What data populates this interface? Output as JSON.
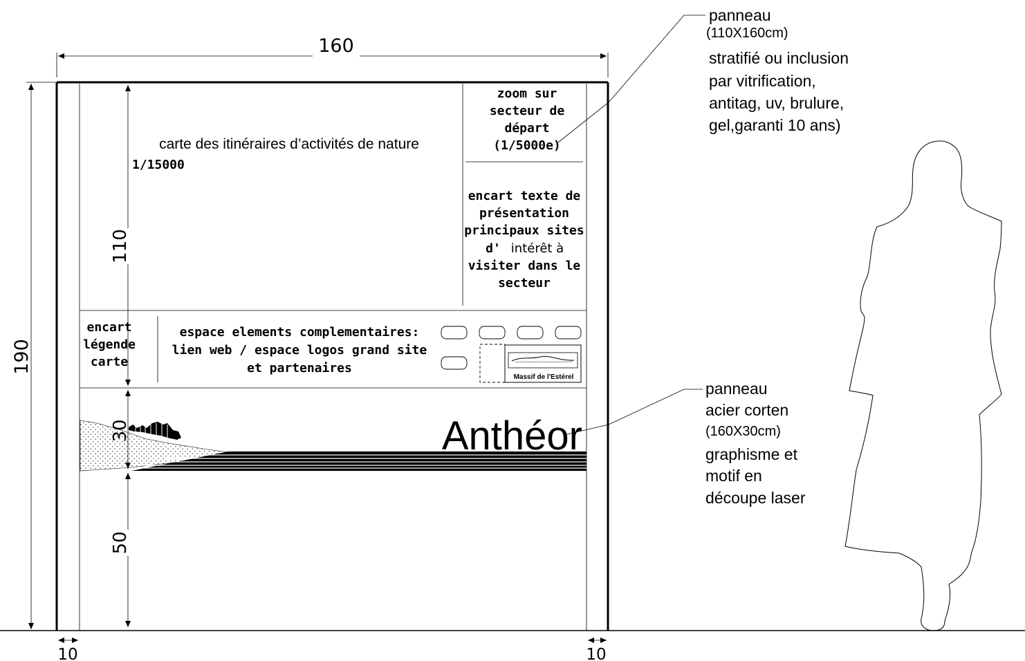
{
  "dimensions": {
    "total_width": "160",
    "total_height": "190",
    "map_height": "110",
    "steel_height": "30",
    "base_height": "50",
    "left_post": "10",
    "right_post": "10"
  },
  "panel": {
    "map_title": "carte des itinéraires d’activités de nature",
    "map_scale": "1/15000",
    "zoom": [
      "zoom sur",
      "secteur de",
      "départ",
      "(1/5000e)"
    ],
    "intro_text": [
      "encart texte de",
      "présentation",
      "principaux sites",
      "d'",
      "intérêt à",
      "visiter dans le",
      "secteur"
    ],
    "legend": [
      "encart",
      "légende",
      "carte"
    ],
    "extras": [
      "espace elements complementaires:",
      "lien web / espace logos grand site",
      "et partenaires"
    ],
    "logo_caption": "Massif de l'Estérel",
    "place_name": "Anthéor"
  },
  "callouts": {
    "upper_panel": {
      "title": "panneau",
      "size": "(110X160cm)",
      "description": [
        "stratifié ou inclusion",
        "par vitrification,",
        "antitag, uv, brulure,",
        "gel,garanti 10 ans)"
      ]
    },
    "lower_panel": {
      "title": "panneau",
      "material": "acier corten",
      "size": "(160X30cm)",
      "description": [
        "graphisme et",
        "motif en",
        "découpe laser"
      ]
    }
  }
}
